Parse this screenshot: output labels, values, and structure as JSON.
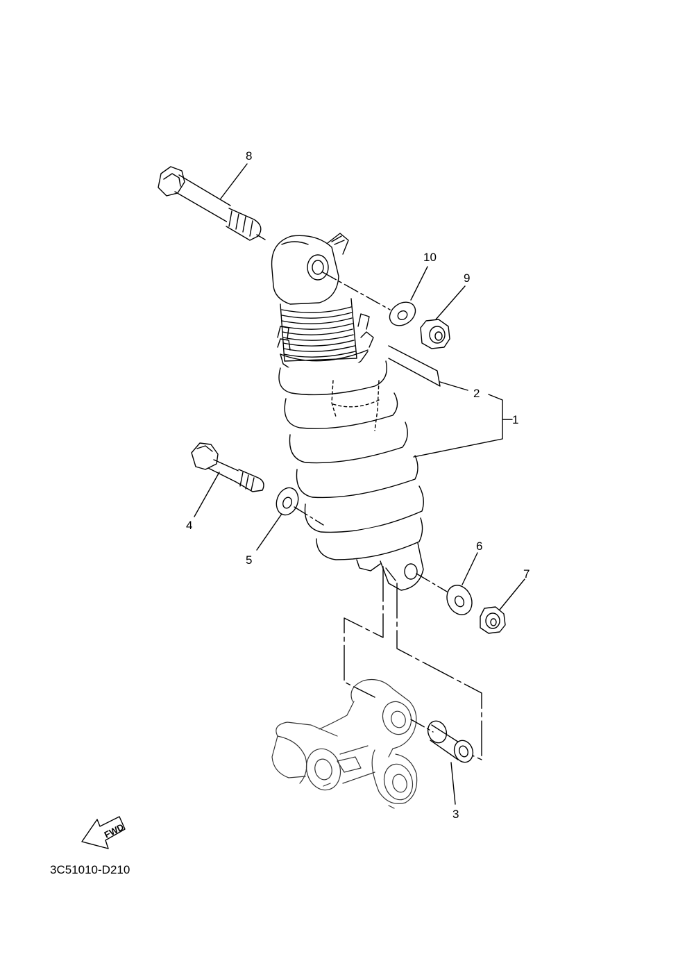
{
  "drawing_code": "3C51010-D210",
  "fwd_label": "FWD",
  "callouts": [
    {
      "id": "1",
      "label": "1"
    },
    {
      "id": "2",
      "label": "2"
    },
    {
      "id": "3",
      "label": "3"
    },
    {
      "id": "4",
      "label": "4"
    },
    {
      "id": "5",
      "label": "5"
    },
    {
      "id": "6",
      "label": "6"
    },
    {
      "id": "7",
      "label": "7"
    },
    {
      "id": "8",
      "label": "8"
    },
    {
      "id": "9",
      "label": "9"
    },
    {
      "id": "10",
      "label": "10"
    }
  ]
}
